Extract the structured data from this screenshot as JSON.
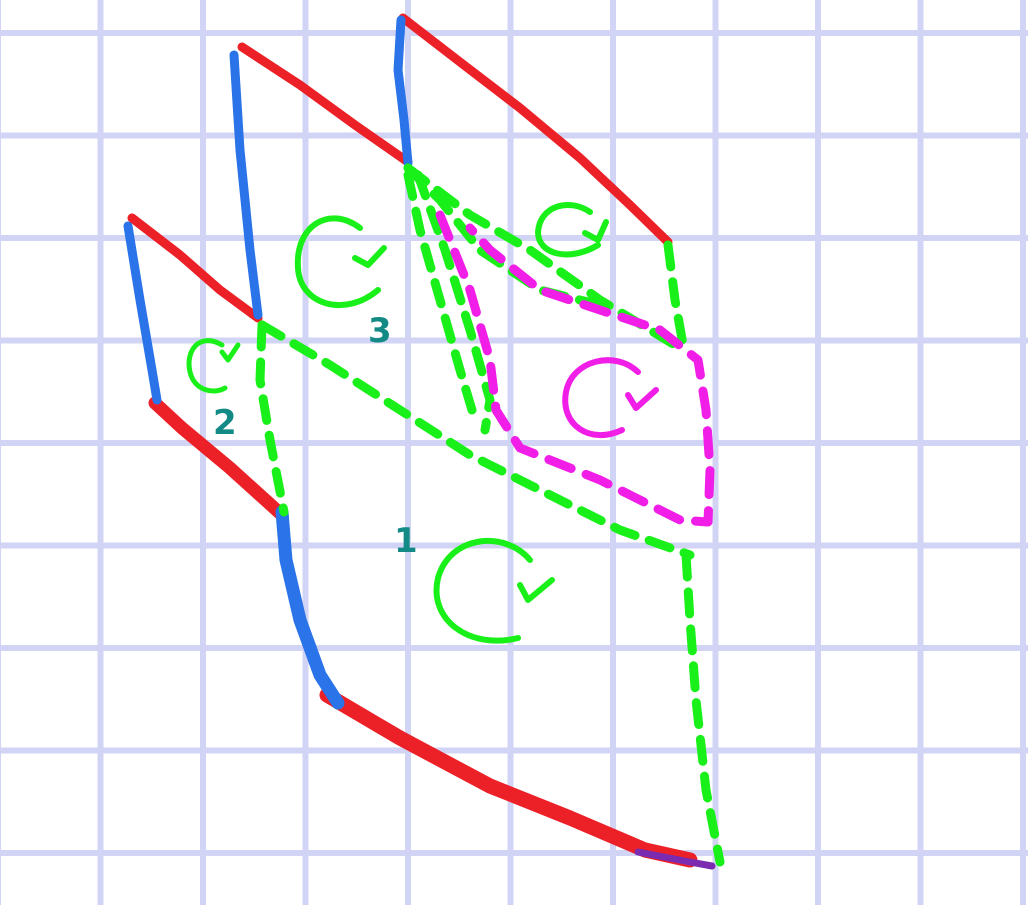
{
  "colors": {
    "grid": "#d2d4f5",
    "boundary_red": "#ec2027",
    "boundary_blue": "#2a73e8",
    "seam_purple": "#7a2bb0",
    "cut_green": "#19f019",
    "loop_magenta": "#f01ee6",
    "label_teal": "#138a86"
  },
  "labels": {
    "face_1": "1",
    "face_2": "2",
    "face_3": "3"
  },
  "icons": {
    "loop": "circular-arrow-icon"
  }
}
